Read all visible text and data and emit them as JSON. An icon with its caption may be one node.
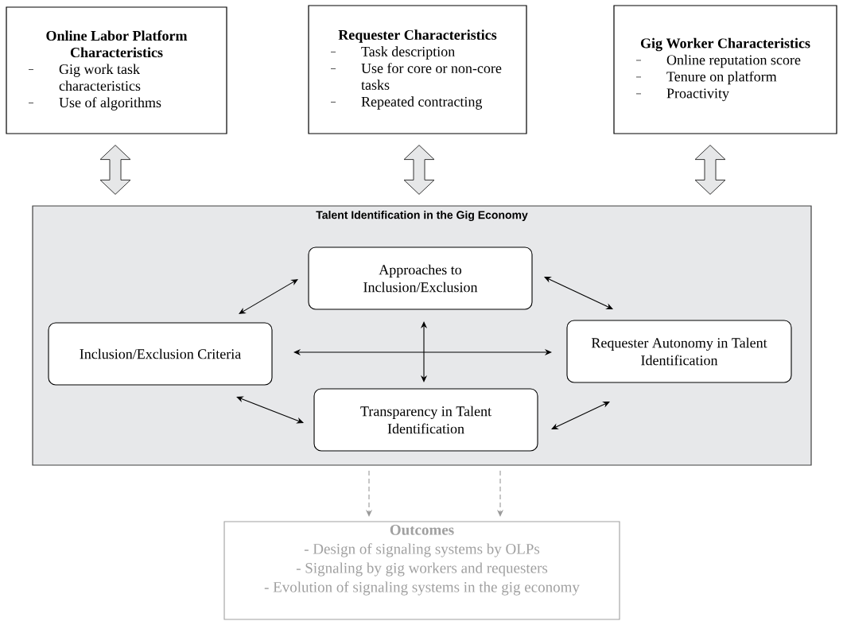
{
  "diagram": {
    "nodes": [
      {
        "text": [
          "Online Labor Platform Characteristics",
          "Gig work task characteristics",
          "Use of algorithms"
        ]
      },
      {
        "text": [
          "Requester Characteristics",
          "Task description",
          "Use for core or non-core tasks",
          "Repeated contracting"
        ]
      },
      {
        "text": [
          "Gig Worker Characteristics",
          "Online reputation score",
          "Tenure on platform",
          "Proactivity"
        ]
      },
      {
        "text": [
          "Talent Identification in the Gig Economy"
        ]
      },
      {
        "text": [
          "Approaches to Inclusion/Exclusion"
        ],
        "in": 3
      },
      {
        "text": [
          "Inclusion/Exclusion Criteria"
        ],
        "in": 3
      },
      {
        "text": [
          "Requester Autonomy in Talent Identification"
        ],
        "in": 3
      },
      {
        "text": [
          "Transparency in Talent Identification"
        ],
        "in": 3
      },
      {
        "text": [
          "Outcomes",
          "- Design of signaling systems by OLPs",
          "- Signaling by gig workers and requesters",
          "- Evolution of signaling systems in the gig economy"
        ]
      }
    ],
    "edges": [
      {
        "from": 0,
        "to": 3,
        "arrow": "both",
        "style": "thick"
      },
      {
        "from": 1,
        "to": 3,
        "arrow": "both",
        "style": "thick"
      },
      {
        "from": 2,
        "to": 3,
        "arrow": "both",
        "style": "thick"
      },
      {
        "from": 5,
        "to": 4,
        "arrow": "both"
      },
      {
        "from": 4,
        "to": 6,
        "arrow": "both"
      },
      {
        "from": 5,
        "to": 6,
        "arrow": "both"
      },
      {
        "from": 4,
        "to": 7,
        "arrow": "both"
      },
      {
        "from": 5,
        "to": 7,
        "arrow": "both"
      },
      {
        "from": 7,
        "to": 6,
        "arrow": "both"
      },
      {
        "from": 3,
        "to": 8,
        "arrow": "to",
        "style": "dashed",
        "color": "#999999"
      },
      {
        "from": 3,
        "to": 8,
        "arrow": "to",
        "style": "dashed",
        "color": "#999999"
      }
    ]
  }
}
